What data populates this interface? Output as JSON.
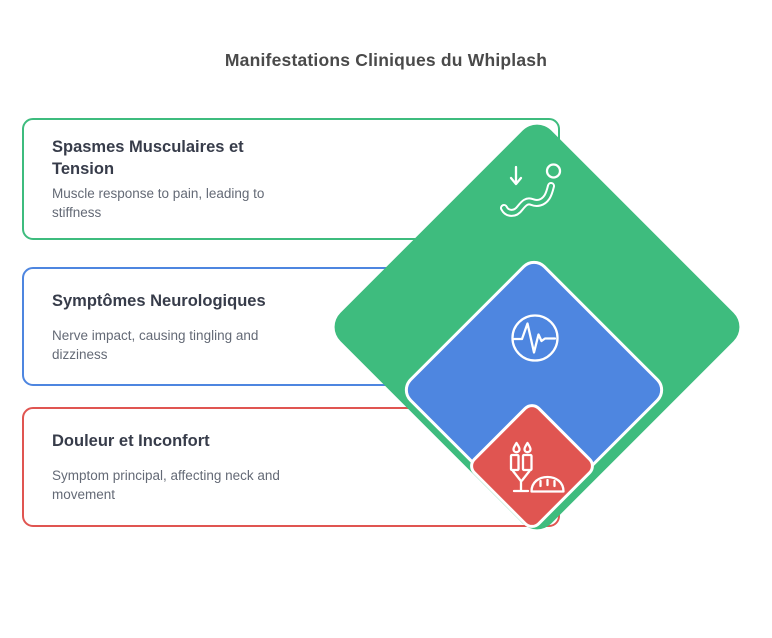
{
  "title": "Manifestations Cliniques du Whiplash",
  "background_color": "#ffffff",
  "title_color": "#4a4a4a",
  "cards": [
    {
      "title": "Spasmes Musculaires et Tension",
      "description": "Muscle response to pain, leading to stiffness",
      "color": "#3ebc7e",
      "icon": "relax-person-arrow-icon",
      "diamond": "large"
    },
    {
      "title": "Symptômes Neurologiques",
      "description": "Nerve impact, causing tingling and dizziness",
      "color": "#4e86e0",
      "icon": "pulse-wave-circle-icon",
      "diamond": "medium"
    },
    {
      "title": "Douleur et Inconfort",
      "description": "Symptom principal, affecting neck and movement",
      "color": "#e05551",
      "icon": "glass-drops-bread-icon",
      "diamond": "small"
    }
  ]
}
